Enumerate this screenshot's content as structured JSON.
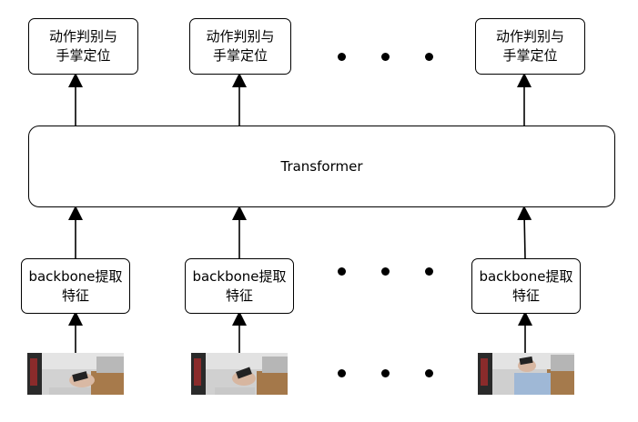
{
  "outputs": [
    {
      "text": "动作判别与\n手掌定位"
    },
    {
      "text": "动作判别与\n手掌定位"
    },
    {
      "text": "动作判别与\n手掌定位"
    }
  ],
  "transformer": {
    "label": "Transformer"
  },
  "backbones": [
    {
      "text": "backbone提取\n特征"
    },
    {
      "text": "backbone提取\n特征"
    },
    {
      "text": "backbone提取\n特征"
    }
  ],
  "colors": {
    "line": "#000000",
    "box_fill": "#ffffff"
  },
  "frames": [
    {
      "icon": "video-frame-thumbnail"
    },
    {
      "icon": "video-frame-thumbnail"
    },
    {
      "icon": "video-frame-thumbnail"
    }
  ]
}
